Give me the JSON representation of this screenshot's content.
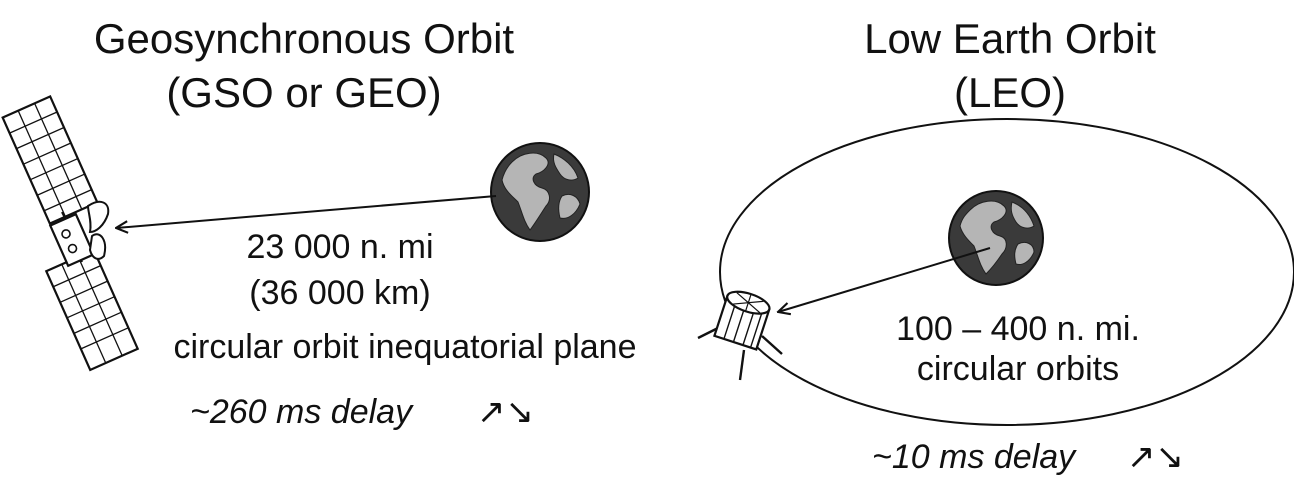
{
  "geo": {
    "title_line1": "Geosynchronous Orbit",
    "title_line2": "(GSO or GEO)",
    "distance_line1": "23 000 n. mi",
    "distance_line2": "(36 000 km)",
    "plane_text": "circular orbit inequatorial plane",
    "delay_text": "~260 ms delay",
    "delay_arrows": "↗↘"
  },
  "leo": {
    "title_line1": "Low Earth Orbit",
    "title_line2": "(LEO)",
    "altitude_line1": "100 – 400 n. mi.",
    "altitude_line2": "circular orbits",
    "delay_text": "~10 ms delay",
    "delay_arrows": "↗↘"
  },
  "icons": {
    "earth_geo": "earth-globe-icon",
    "earth_leo": "earth-globe-icon",
    "geo_satellite": "geo-satellite-icon",
    "leo_satellite": "leo-satellite-icon"
  },
  "colors": {
    "earth_ocean": "#3a3a3a",
    "earth_land": "#b5b5b5",
    "ink": "#111111",
    "background": "#ffffff"
  }
}
